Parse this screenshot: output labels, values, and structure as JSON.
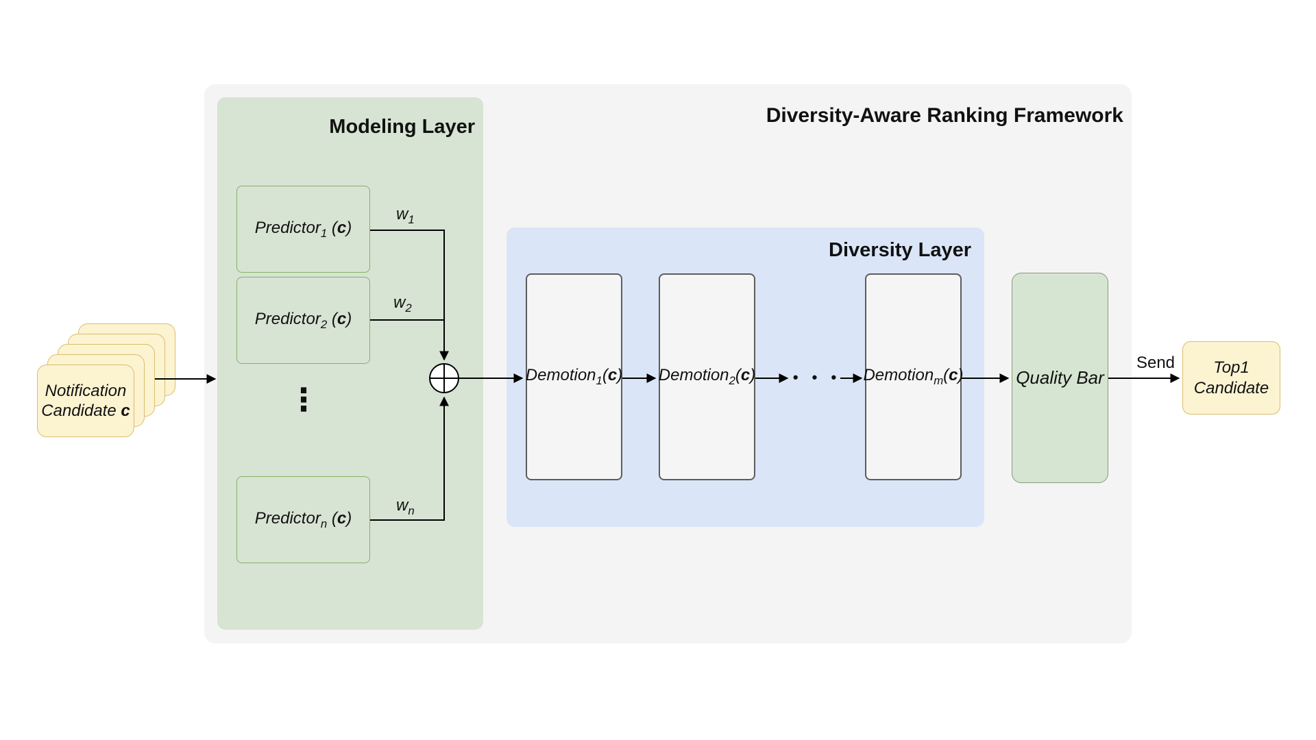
{
  "framework": {
    "title": "Diversity-Aware Ranking Framework"
  },
  "modeling_layer": {
    "title": "Modeling Layer",
    "predictors": [
      {
        "base": "Predictor",
        "sub": "1",
        "pre": " (",
        "arg": "c",
        "post": ")",
        "weight_base": "w",
        "weight_sub": "1"
      },
      {
        "base": "Predictor",
        "sub": "2",
        "pre": " (",
        "arg": "c",
        "post": ")",
        "weight_base": "w",
        "weight_sub": "2"
      },
      {
        "base": "Predictor",
        "sub": "n",
        "pre": " (",
        "arg": "c",
        "post": ")",
        "weight_base": "w",
        "weight_sub": "n"
      }
    ],
    "ellipsis": "⋮"
  },
  "diversity_layer": {
    "title": "Diversity Layer",
    "demotions": [
      {
        "base": "Demotion",
        "sub": "1",
        "pre": "(",
        "arg": "c",
        "post": ")"
      },
      {
        "base": "Demotion",
        "sub": "2",
        "pre": "(",
        "arg": "c",
        "post": ")"
      },
      {
        "base": "Demotion",
        "sub": "m",
        "pre": "(",
        "arg": "c",
        "post": ")"
      }
    ],
    "ellipsis": "• • •"
  },
  "input_stack": {
    "line1": "Notification",
    "line2": "Candidate ",
    "arg": "c"
  },
  "quality_bar": {
    "label": "Quality Bar"
  },
  "send_label": "Send",
  "output": {
    "line1": "Top1",
    "line2": "Candidate"
  },
  "colors": {
    "framework_bg": "#f4f4f4",
    "modeling_bg": "#d7e3d3",
    "predictor_border": "#82b366",
    "diversity_bg": "#dbe5f8",
    "demotion_bg": "#f5f5f5",
    "demotion_border": "#5c5c5c",
    "quality_bar_bg": "#d6e5d1",
    "card_bg": "#fcf3d1",
    "card_border": "#d9bd6f",
    "arrow": "#000000"
  }
}
